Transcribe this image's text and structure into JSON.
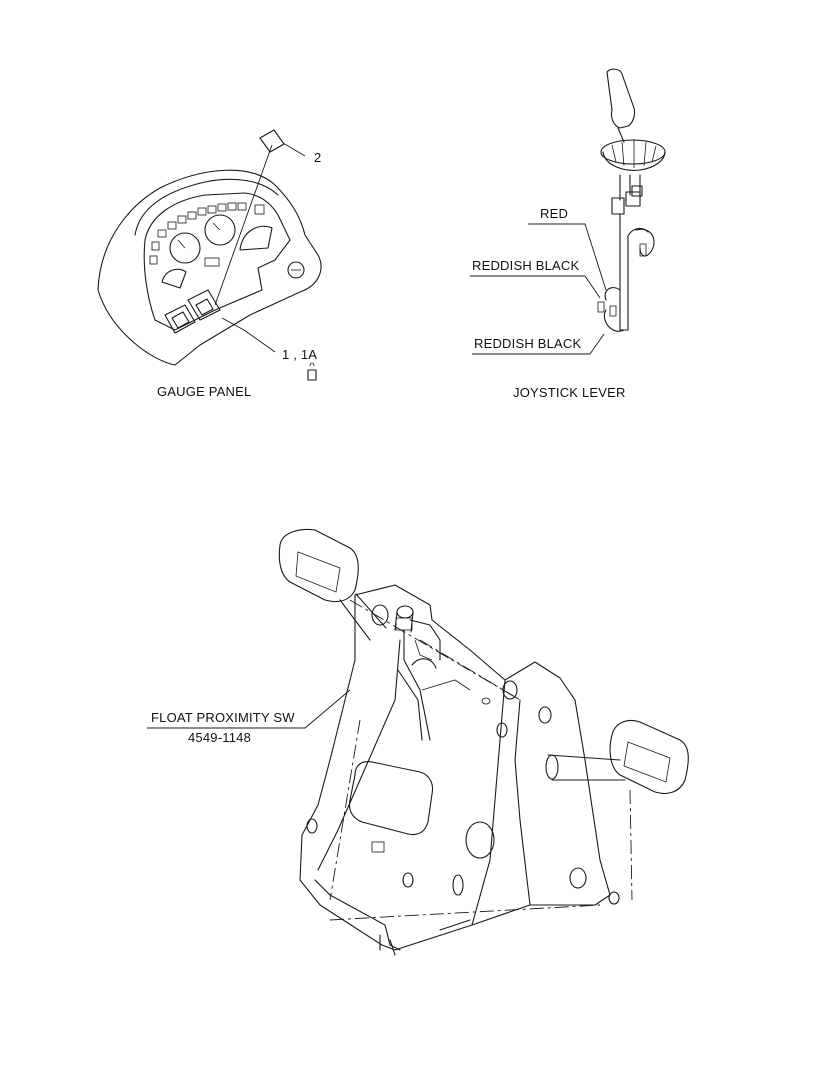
{
  "colors": {
    "ink": "#1a1a1a",
    "background": "#ffffff"
  },
  "gauge_panel": {
    "title": "GAUGE PANEL",
    "callout_2": "2",
    "callout_1": "1 , 1A"
  },
  "joystick": {
    "title": "JOYSTICK LEVER",
    "wire_red": "RED",
    "wire_reddish_black_1": "REDDISH BLACK",
    "wire_reddish_black_2": "REDDISH BLACK"
  },
  "pedal": {
    "switch_label": "FLOAT PROXIMITY SW",
    "part_number": "4549-1148"
  }
}
